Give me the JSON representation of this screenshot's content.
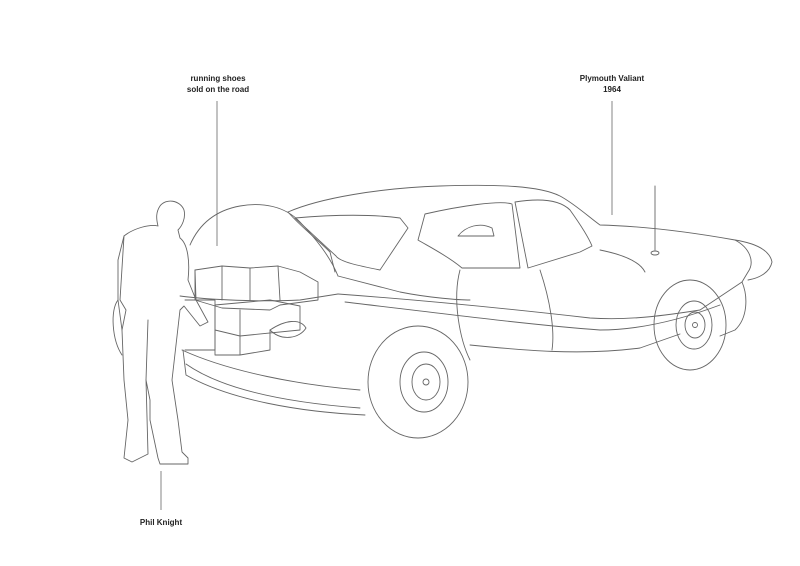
{
  "annotations": {
    "shoes": {
      "line1": "running shoes",
      "line2": "sold on the road"
    },
    "car": {
      "line1": "Plymouth Valiant",
      "line2": "1964"
    },
    "person": {
      "line1": "Phil Knight"
    }
  }
}
